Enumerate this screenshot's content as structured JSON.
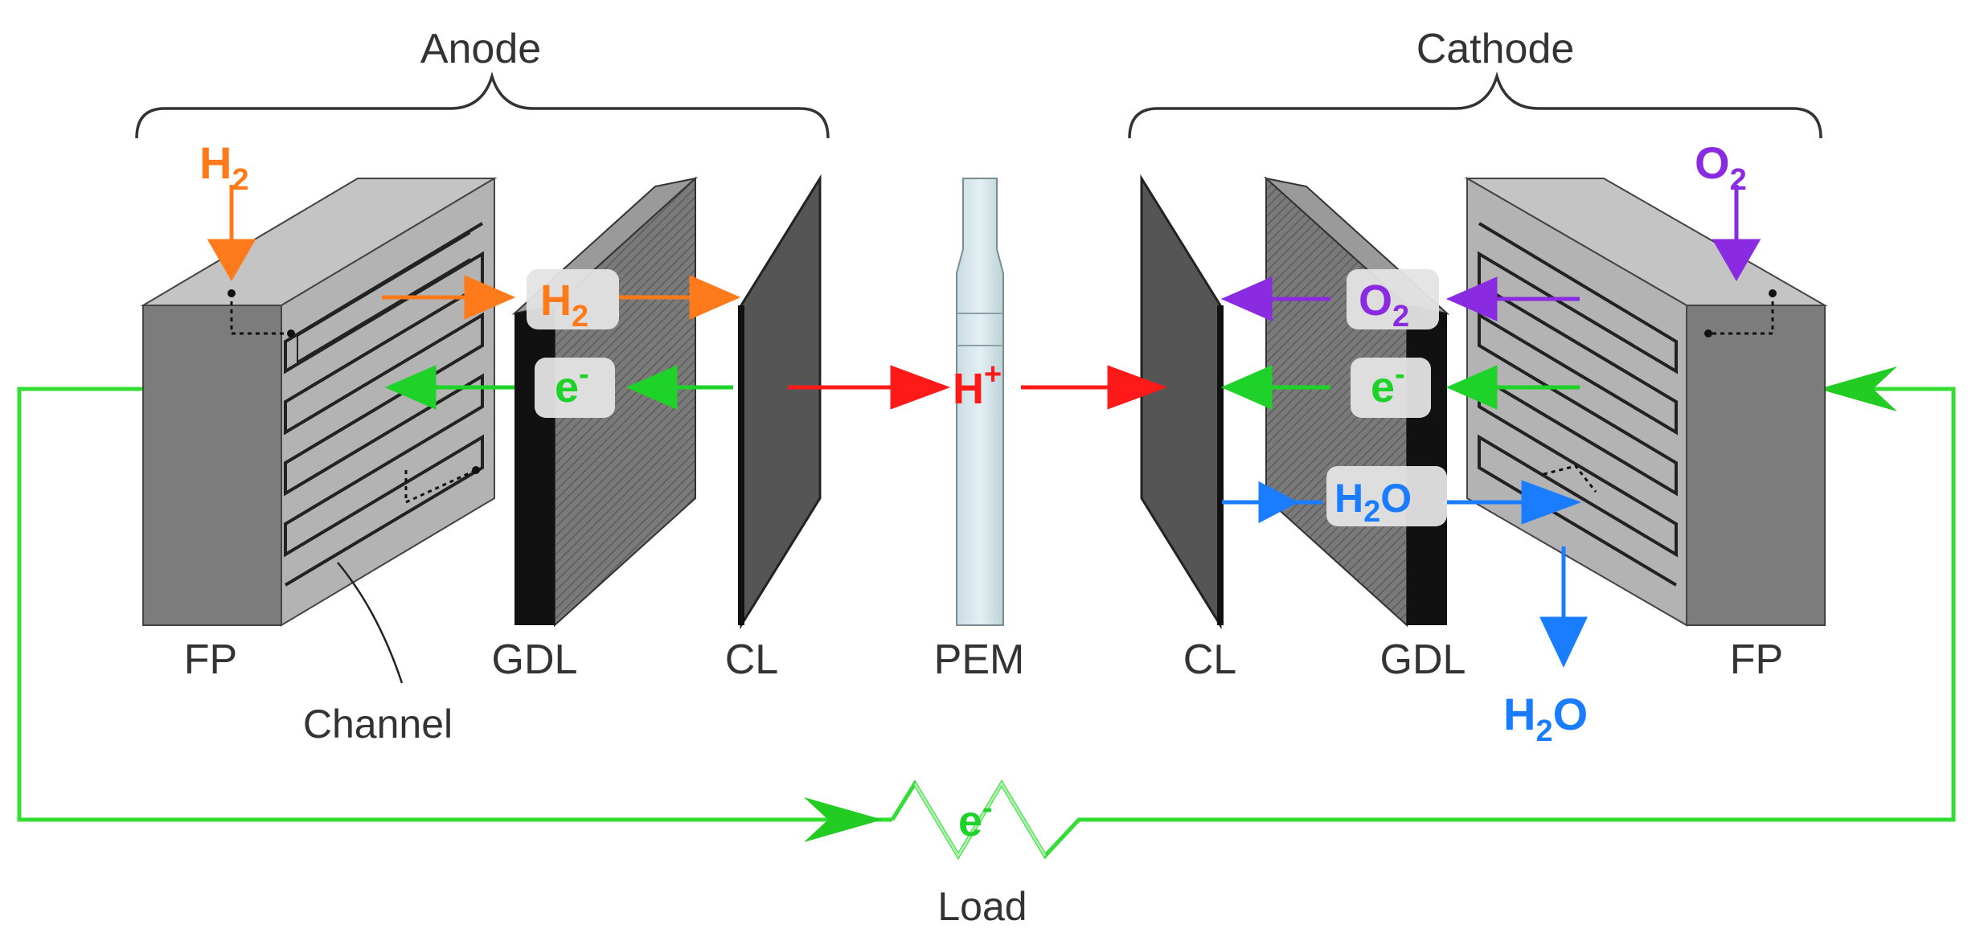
{
  "labels": {
    "anode": "Anode",
    "cathode": "Cathode",
    "fp_left": "FP",
    "gdl_left": "GDL",
    "cl_left": "CL",
    "pem": "PEM",
    "cl_right": "CL",
    "gdl_right": "GDL",
    "fp_right": "FP",
    "channel": "Channel",
    "load": "Load"
  },
  "species": {
    "hydrogen": {
      "base": "H",
      "sub": "2"
    },
    "oxygen": {
      "base": "O",
      "sub": "2"
    },
    "proton": {
      "base": "H",
      "sup": "+"
    },
    "electron": {
      "base": "e",
      "sup": "-"
    },
    "water": {
      "base": "H",
      "sub": "2",
      "tail": "O"
    }
  },
  "colors": {
    "hydrogen": "#ff7a1a",
    "oxygen": "#8a2be2",
    "proton": "#ff1a1a",
    "electron": "#1fd22a",
    "water": "#1a7dff",
    "circuit": "#33dd33"
  }
}
